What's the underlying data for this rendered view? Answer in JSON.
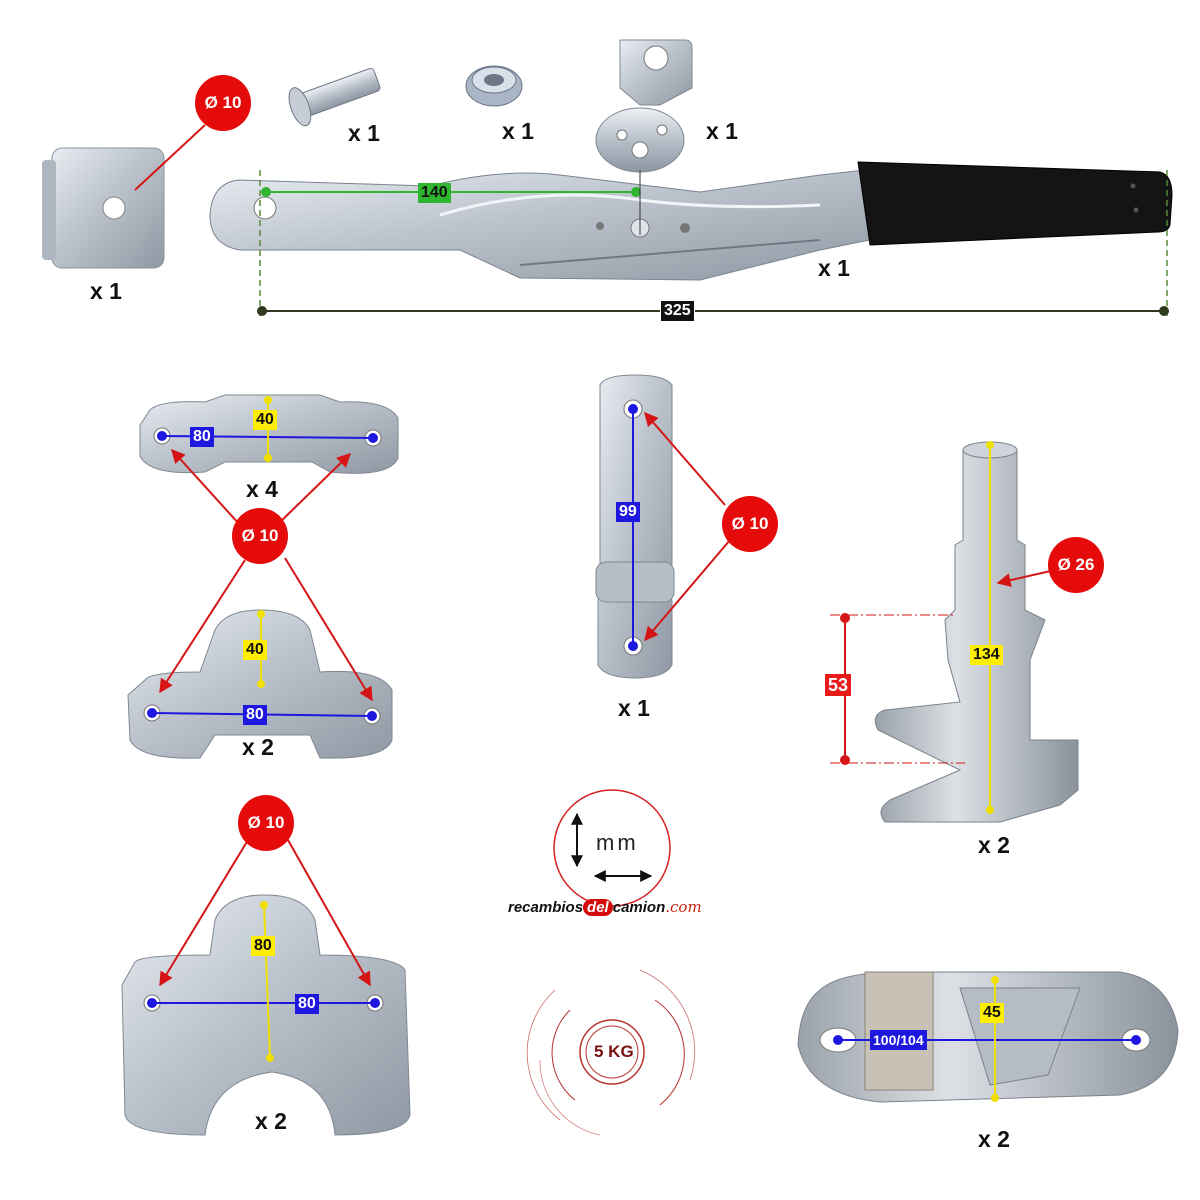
{
  "colors": {
    "badge_red": "#e60b0b",
    "dim_blue": "#1e17e0",
    "dim_yellow": "#ffee00",
    "dim_green": "#2fb52f",
    "metal": "#c4cad3"
  },
  "diameter_labels": {
    "d10": "Ø 10",
    "d26": "Ø 26"
  },
  "dimensions": {
    "handle_hole_spacing": "140",
    "handle_length": "325",
    "bracket_small_height": "40",
    "bracket_small_width": "80",
    "bracket_mid_height": "40",
    "bracket_mid_width": "80",
    "strap_length": "99",
    "pin_length": "134",
    "pin_step": "53",
    "bracket_large_height": "80",
    "bracket_large_width": "80",
    "keeper_height": "45",
    "keeper_width": "100/104"
  },
  "quantities": {
    "plate": "x 1",
    "bolt": "x 1",
    "nut": "x 1",
    "tab": "x 1",
    "handle": "x 1",
    "bracket_small": "x 4",
    "bracket_mid": "x 2",
    "strap": "x 1",
    "pin": "x 2",
    "bracket_large": "x 2",
    "keeper": "x 2"
  },
  "units": {
    "label": "mm"
  },
  "brand": {
    "prefix": "recambios",
    "middle": "del",
    "suffix_main": "camion",
    "suffix_tld": ".com"
  },
  "weight": {
    "label": "5 KG"
  }
}
